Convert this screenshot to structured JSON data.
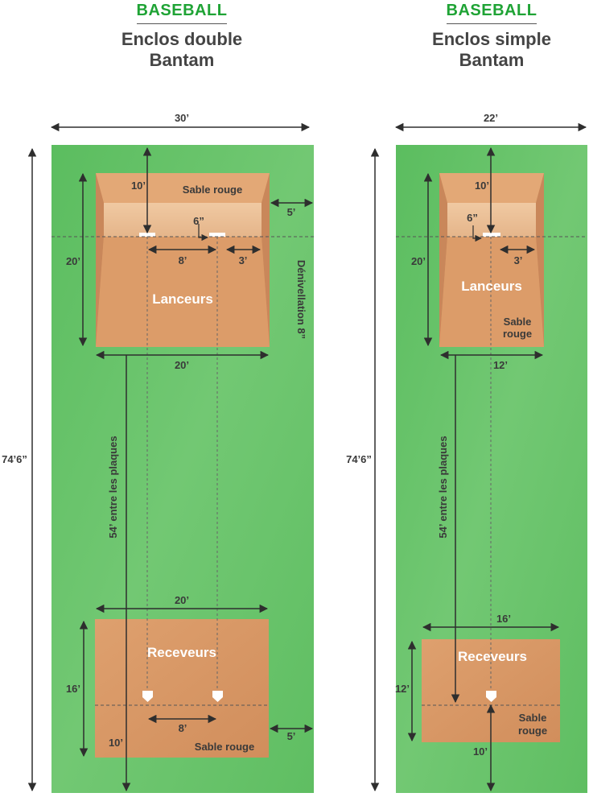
{
  "left": {
    "category": "BASEBALL",
    "title_line1": "Enclos double",
    "title_line2": "Bantam",
    "width": "30’",
    "length": "74’6”",
    "pitcher_zone": "Lanceurs",
    "pitcher_sand": "Sable rouge",
    "dim_10": "10’",
    "dim_6in": "6”",
    "dim_8": "8’",
    "dim_3": "3’",
    "dim_20_side": "20’",
    "dim_20_bottom": "20’",
    "dim_5_top": "5’",
    "slope": "Dénivellation 8”",
    "between_plates": "54’ entre les plaques",
    "catcher_width": "20’",
    "catcher_zone": "Receveurs",
    "catcher_side": "16’",
    "catcher_back": "10’",
    "catcher_8": "8’",
    "catcher_sand": "Sable rouge",
    "dim_5_bottom": "5’"
  },
  "right": {
    "category": "BASEBALL",
    "title_line1": "Enclos simple",
    "title_line2": "Bantam",
    "width": "22’",
    "length": "74’6”",
    "pitcher_zone": "Lanceurs",
    "pitcher_sand_1": "Sable",
    "pitcher_sand_2": "rouge",
    "dim_10": "10’",
    "dim_6in": "6”",
    "dim_3": "3’",
    "dim_20_side": "20’",
    "dim_12_bottom": "12’",
    "between_plates": "54’ entre les plaques",
    "catcher_width": "16’",
    "catcher_zone": "Receveurs",
    "catcher_side": "12’",
    "catcher_back": "10’",
    "catcher_sand_1": "Sable",
    "catcher_sand_2": "rouge"
  },
  "colors": {
    "grass": "#69c46c",
    "clay": "#d99a6a",
    "clay_light": "#ebbf96",
    "clay_dark": "#c98a5b",
    "brand_green": "#1fa335",
    "ink": "#3a3a3a"
  }
}
